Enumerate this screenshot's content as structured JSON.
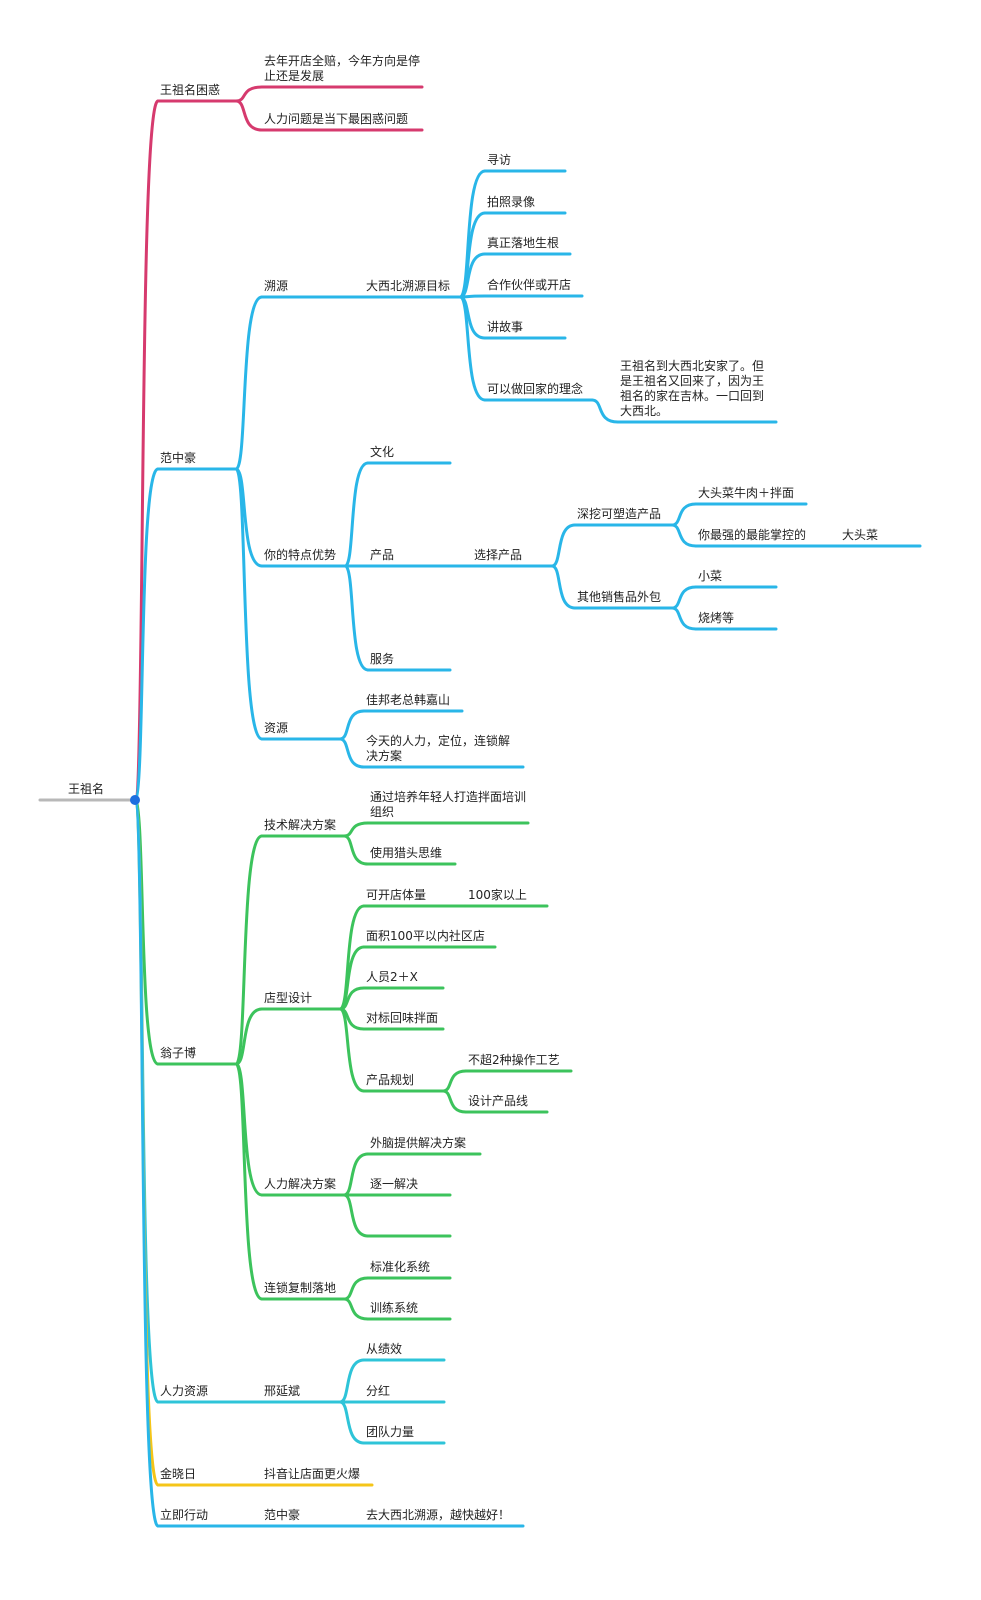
{
  "colors": {
    "pink": "#d63a6e",
    "blue": "#29b6e8",
    "green": "#3cc35c",
    "teal": "#2ec4d8",
    "yellow": "#f5c518",
    "gray": "#b8b8b8",
    "root_dot": "#1e6fe0"
  },
  "root": "王祖名",
  "branches": [
    {
      "label": "王祖名困惑",
      "children": [
        {
          "label": "去年开店全赔，今年方向是停止还是发展"
        },
        {
          "label": "人力问题是当下最困惑问题"
        }
      ]
    },
    {
      "label": "范中豪",
      "children": [
        {
          "label": "溯源",
          "children": [
            {
              "label": "大西北溯源目标",
              "children": [
                {
                  "label": "寻访"
                },
                {
                  "label": "拍照录像"
                },
                {
                  "label": "真正落地生根"
                },
                {
                  "label": "合作伙伴或开店"
                },
                {
                  "label": "讲故事"
                },
                {
                  "label": "可以做回家的理念",
                  "children": [
                    {
                      "label": "王祖名到大西北安家了。但是王祖名又回来了，因为王祖名的家在吉林。一口回到大西北。"
                    }
                  ]
                }
              ]
            }
          ]
        },
        {
          "label": "你的特点优势",
          "children": [
            {
              "label": "文化"
            },
            {
              "label": "产品",
              "children": [
                {
                  "label": "选择产品",
                  "children": [
                    {
                      "label": "深挖可塑造产品",
                      "children": [
                        {
                          "label": "大头菜牛肉＋拌面"
                        },
                        {
                          "label": "你最强的最能掌控的",
                          "children": [
                            {
                              "label": "大头菜"
                            }
                          ]
                        }
                      ]
                    },
                    {
                      "label": "其他销售品外包",
                      "children": [
                        {
                          "label": "小菜"
                        },
                        {
                          "label": "烧烤等"
                        }
                      ]
                    }
                  ]
                }
              ]
            },
            {
              "label": "服务"
            }
          ]
        },
        {
          "label": "资源",
          "children": [
            {
              "label": "佳邦老总韩嘉山"
            },
            {
              "label": "今天的人力，定位，连锁解决方案"
            }
          ]
        }
      ]
    },
    {
      "label": "翁子博",
      "children": [
        {
          "label": "技术解决方案",
          "children": [
            {
              "label": "通过培养年轻人打造拌面培训组织"
            },
            {
              "label": "使用猎头思维"
            }
          ]
        },
        {
          "label": "店型设计",
          "children": [
            {
              "label": "可开店体量",
              "children": [
                {
                  "label": "100家以上"
                }
              ]
            },
            {
              "label": "面积100平以内社区店"
            },
            {
              "label": "人员2＋X"
            },
            {
              "label": "对标回味拌面"
            },
            {
              "label": "产品规划",
              "children": [
                {
                  "label": "不超2种操作工艺"
                },
                {
                  "label": "设计产品线"
                }
              ]
            }
          ]
        },
        {
          "label": "人力解决方案",
          "children": [
            {
              "label": "外脑提供解决方案"
            },
            {
              "label": "逐一解决"
            },
            {
              "label": ""
            }
          ]
        },
        {
          "label": "连锁复制落地",
          "children": [
            {
              "label": "标准化系统"
            },
            {
              "label": "训练系统"
            }
          ]
        }
      ]
    },
    {
      "label": "人力资源",
      "children": [
        {
          "label": "邢延斌",
          "children": [
            {
              "label": "从绩效"
            },
            {
              "label": "分红"
            },
            {
              "label": "团队力量"
            }
          ]
        }
      ]
    },
    {
      "label": "金晓日",
      "children": [
        {
          "label": "抖音让店面更火爆"
        }
      ]
    },
    {
      "label": "立即行动",
      "children": [
        {
          "label": "范中豪",
          "children": [
            {
              "label": "去大西北溯源，越快越好！"
            }
          ]
        }
      ]
    }
  ]
}
